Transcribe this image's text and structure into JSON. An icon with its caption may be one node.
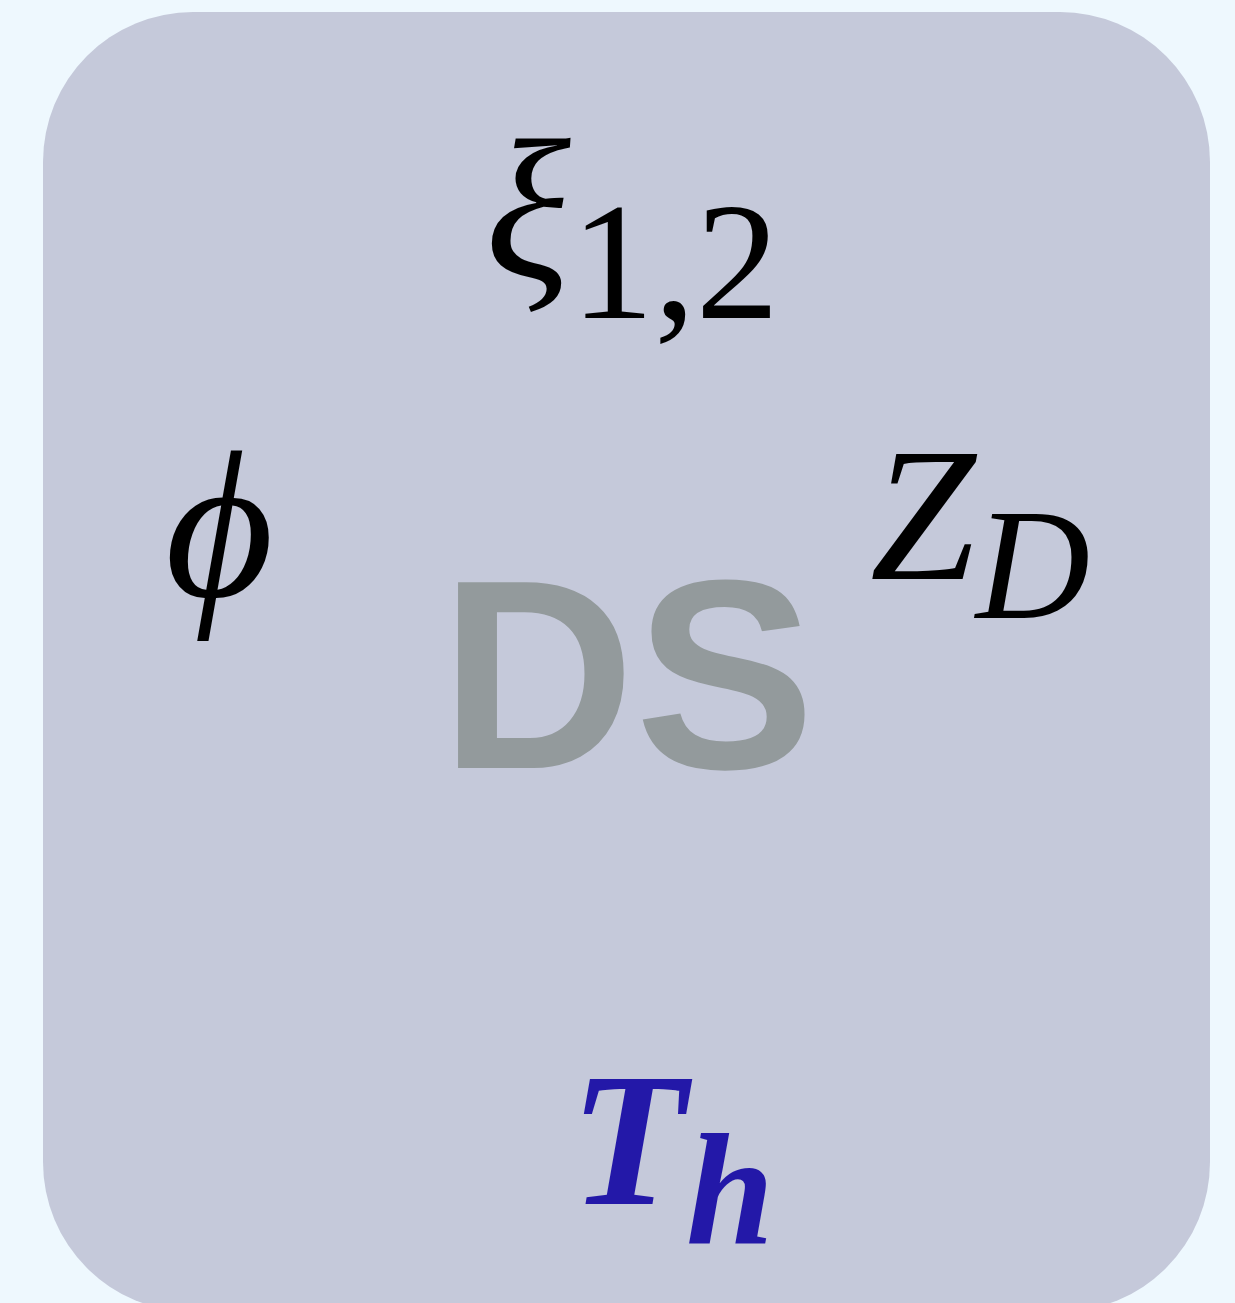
{
  "diagram": {
    "nodes": [
      {
        "text": [
          "DS"
        ]
      }
    ],
    "edges": [],
    "labels": [
      "*ξ*$_{1,2}$",
      "ϕ",
      "Z$_{D}$",
      "T$_{h}$"
    ]
  }
}
